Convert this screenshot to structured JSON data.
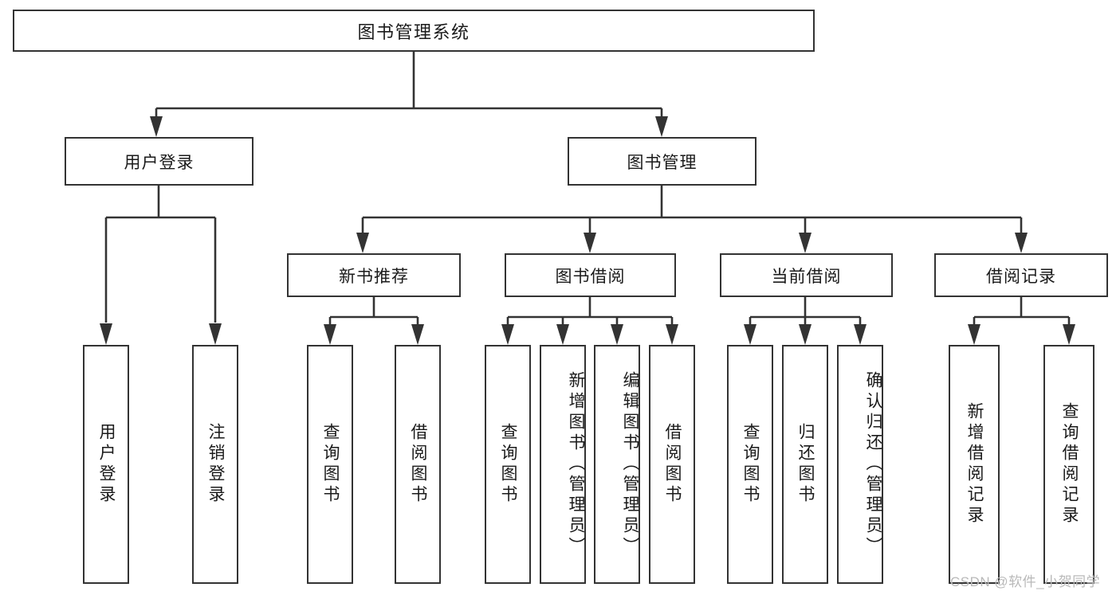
{
  "diagram": {
    "title": "图书管理系统",
    "type": "hierarchy-tree",
    "root": {
      "label": "图书管理系统"
    },
    "level1": [
      {
        "label": "用户登录"
      },
      {
        "label": "图书管理"
      }
    ],
    "level2": [
      {
        "label": "新书推荐",
        "parent": "图书管理"
      },
      {
        "label": "图书借阅",
        "parent": "图书管理"
      },
      {
        "label": "当前借阅",
        "parent": "图书管理"
      },
      {
        "label": "借阅记录",
        "parent": "图书管理"
      }
    ],
    "leaves": {
      "user_login": [
        {
          "label": "用户登录"
        },
        {
          "label": "注销登录"
        }
      ],
      "new_book_recommend": [
        {
          "label": "查询图书"
        },
        {
          "label": "借阅图书"
        }
      ],
      "book_borrow": [
        {
          "label": "查询图书"
        },
        {
          "label": "新增图书（管理员）"
        },
        {
          "label": "编辑图书（管理员）"
        },
        {
          "label": "借阅图书"
        }
      ],
      "current_borrow": [
        {
          "label": "查询图书"
        },
        {
          "label": "归还图书"
        },
        {
          "label": "确认归还（管理员）"
        }
      ],
      "borrow_records": [
        {
          "label": "新增借阅记录"
        },
        {
          "label": "查询借阅记录"
        }
      ]
    }
  },
  "watermark": {
    "text": "CSDN @软件_小贺同学"
  },
  "colors": {
    "border": "#333333",
    "background": "#ffffff",
    "text": "#1a1a1a",
    "watermark": "#b9b9b9"
  }
}
